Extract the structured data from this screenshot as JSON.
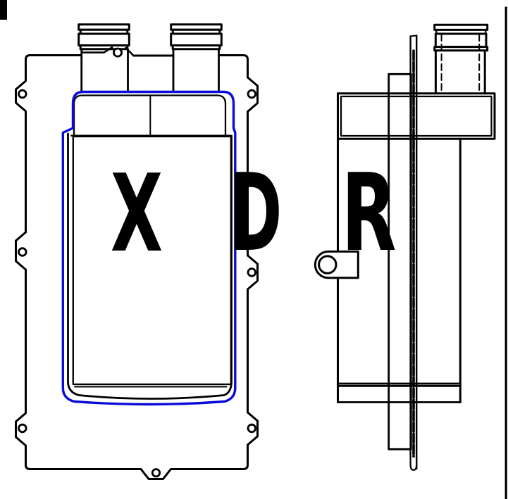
{
  "drawing": {
    "markings": {
      "front_body": "X",
      "front_overlay": "D",
      "side_body": "R"
    },
    "colors": {
      "line": "#000000",
      "seal": "#0b0bd8",
      "background": "#ffffff"
    }
  }
}
